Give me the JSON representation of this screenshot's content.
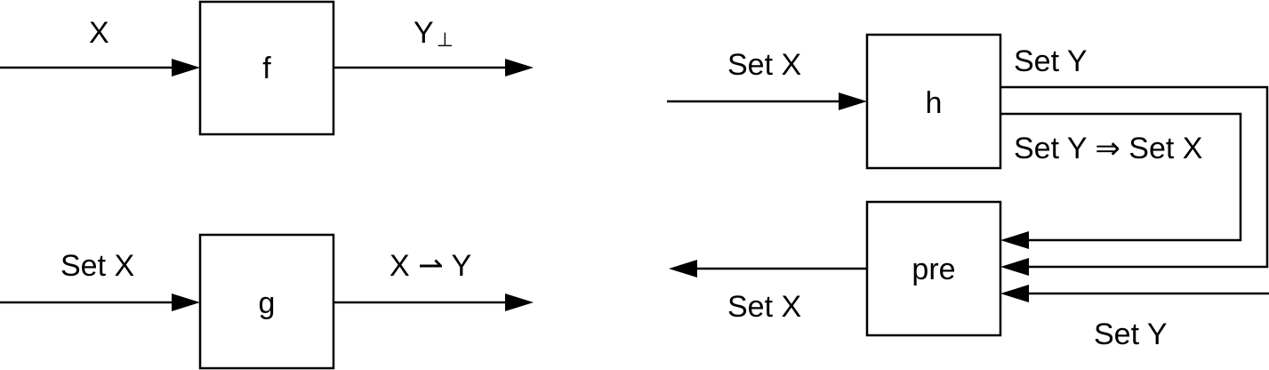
{
  "diagram": {
    "line_color": "#000000",
    "background": "#ffffff",
    "blocks": {
      "f": "f",
      "g": "g",
      "h": "h",
      "pre": "pre"
    },
    "labels": {
      "f_input": "X",
      "f_output": "Y",
      "f_output_subscript": "⊥",
      "g_input": "Set X",
      "g_output": "X ⇀ Y",
      "h_input": "Set X",
      "h_output_top": "Set Y",
      "h_output_bottom": "Set Y ⇒ Set X",
      "pre_output": "Set X",
      "pre_external_input": "Set Y"
    }
  }
}
